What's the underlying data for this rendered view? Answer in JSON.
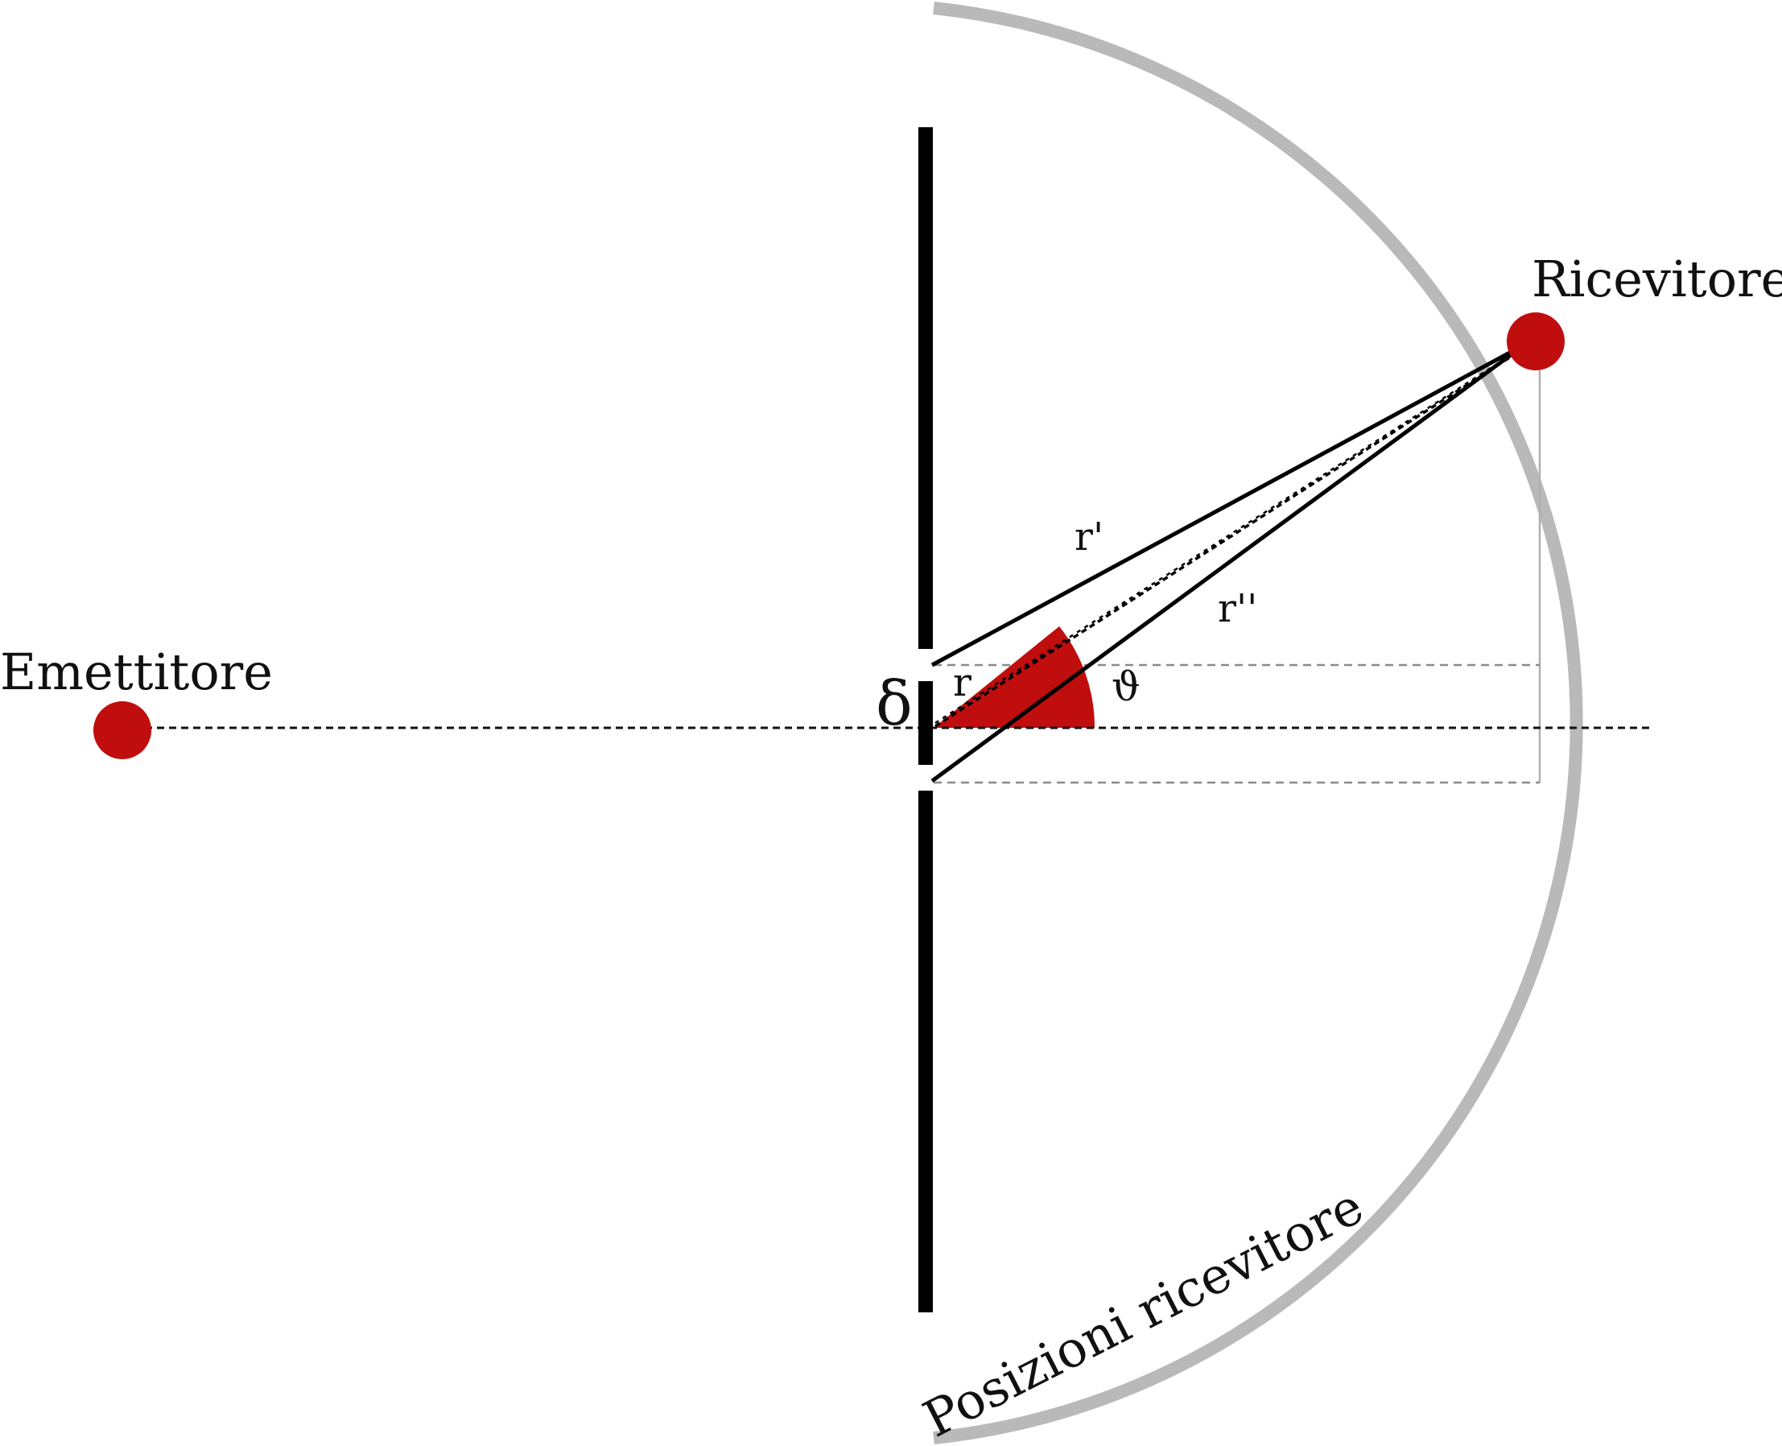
{
  "labels": {
    "emitter": "Emettitore",
    "receiver": "Ricevitore",
    "arc_caption": "Posizioni ricevitore",
    "slit_spacing": "δ",
    "path_r": "r",
    "path_r_prime": "r'",
    "path_r_double_prime": "r''",
    "angle": "ϑ"
  },
  "colors": {
    "accent": "#c00d0d",
    "barrier": "#000000",
    "arc": "#b9b9b9",
    "guide_dashed": "#8a8a8a",
    "guide_solid": "#b0b0b0",
    "text": "#111111"
  }
}
